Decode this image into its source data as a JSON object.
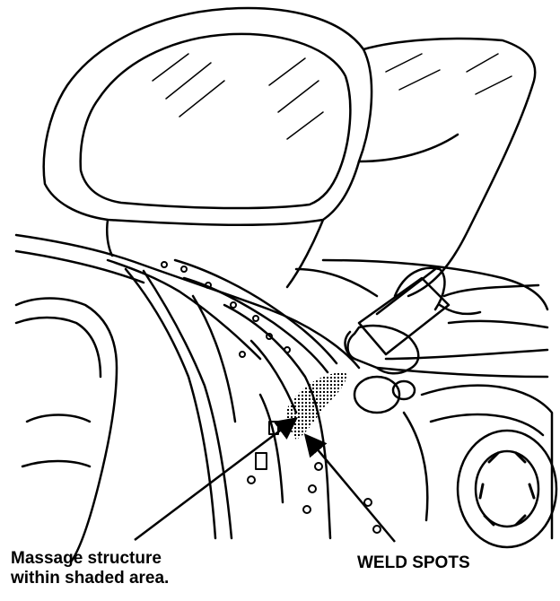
{
  "labels": {
    "massage_line1": "Massage structure",
    "massage_line2": "within shaded area.",
    "weld_spots": "WELD SPOTS"
  },
  "colors": {
    "line": "#000000",
    "background": "#ffffff",
    "shading": "#555555"
  }
}
